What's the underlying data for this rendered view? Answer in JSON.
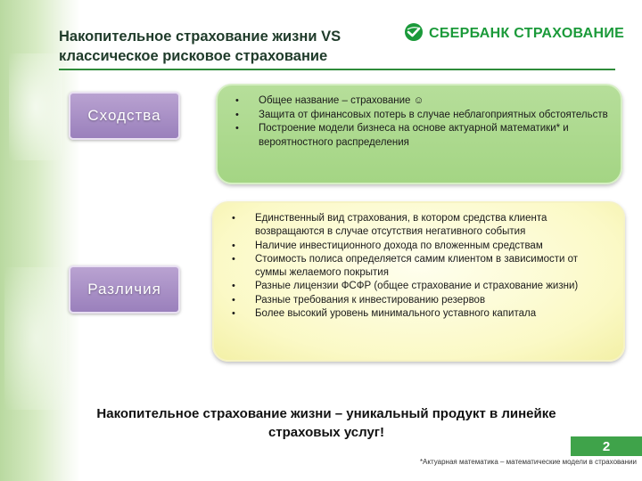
{
  "slide": {
    "title_line1": "Накопительное страхование жизни VS",
    "title_line2": "классическое рисковое страхование",
    "logo_text": "СБЕРБАНК СТРАХОВАНИЕ",
    "logo_icon": "sberbank-logo-icon",
    "accent_color": "#1b9a3a"
  },
  "similarities": {
    "label": "Сходства",
    "items": [
      "Общее название – страхование ☺",
      "Защита от финансовых потерь в случае неблагоприятных обстоятельств",
      "Построение модели бизнеса на основе актуарной математики* и вероятностного распределения"
    ]
  },
  "differences": {
    "label": "Различия",
    "items": [
      "Единственный вид страхования, в котором средства клиента возвращаются в случае отсутствия негативного события",
      "Наличие инвестиционного дохода по вложенным средствам",
      "Стоимость полиса определяется самим клиентом в зависимости от суммы желаемого покрытия",
      "Разные лицензии ФСФР (общее страхование и страхование жизни)",
      "Разные требования к инвестированию резервов",
      "Более высокий уровень минимального уставного капитала"
    ]
  },
  "conclusion": {
    "line1": "Накопительное страхование жизни – уникальный продукт в линейке",
    "line2": "страховых услуг!"
  },
  "page_number": "2",
  "footnote": "*Актуарная математика – математические модели в страховании"
}
